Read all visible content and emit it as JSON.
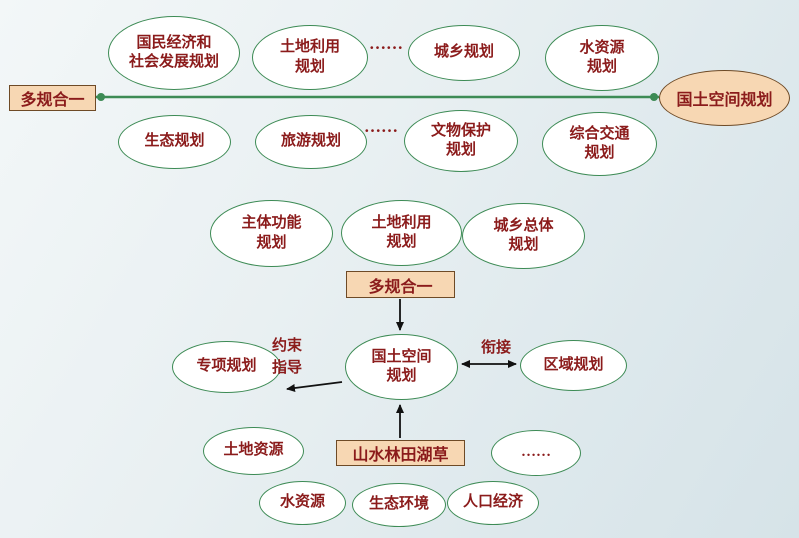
{
  "colors": {
    "ellipse_border": "#3d8b55",
    "connector_green": "#3d8b55",
    "text": "#8b1b1b",
    "box_fill": "#f7d7b3",
    "box_border": "#6e4a26",
    "arrow": "#111111",
    "background_top": "#f3f7f8",
    "background_bottom": "#d6e3e8"
  },
  "top_section": {
    "merge_box": "多规合一",
    "result_ellipse": "国土空间规划",
    "upper_plans": [
      "国民经济和\n社会发展规划",
      "土地利用\n规划",
      "城乡规划",
      "水资源\n规划"
    ],
    "upper_dots": "……",
    "lower_plans": [
      "生态规划",
      "旅游规划",
      "文物保护\n规划",
      "综合交通\n规划"
    ],
    "lower_dots": "……"
  },
  "middle_section": {
    "plans": [
      "主体功能\n规划",
      "土地利用\n规划",
      "城乡总体\n规划"
    ],
    "merge_box": "多规合一"
  },
  "core_section": {
    "center_ellipse": "国土空间\n规划",
    "left_ellipse": "专项规划",
    "left_arrow_label": "约束\n指导",
    "right_ellipse": "区域规划",
    "right_arrow_label": "衔接",
    "source_box": "山水林田湖草"
  },
  "elements_section": {
    "items": [
      "土地资源",
      "水资源",
      "生态环境",
      "人口经济"
    ],
    "dots_ellipse": "……"
  }
}
